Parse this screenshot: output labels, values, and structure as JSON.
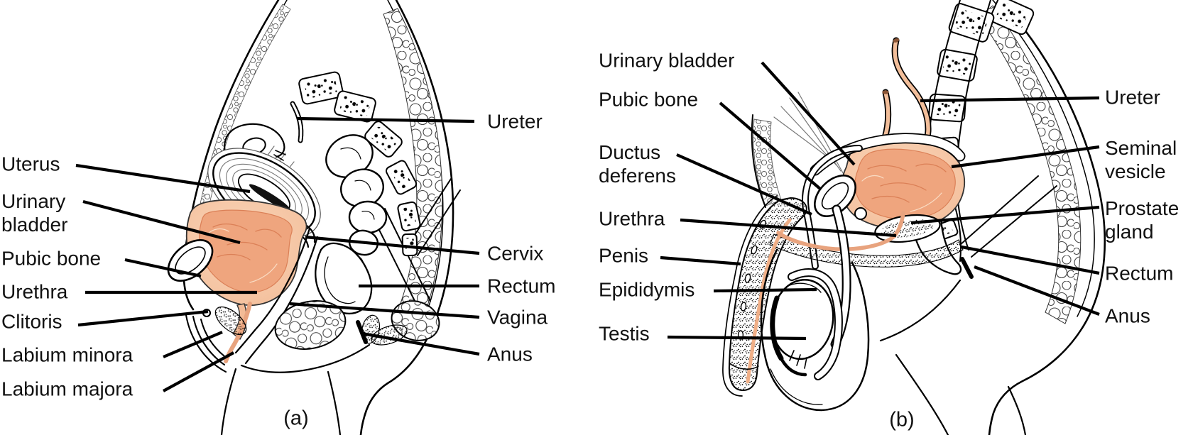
{
  "figure": {
    "colors": {
      "organ_peach_light": "#F5C4A4",
      "organ_peach_mid": "#EFA57E",
      "organ_peach_deep": "#E6946C",
      "ureter_tube_peach": "#F2BE9A",
      "ink": "#000000",
      "background": "#FFFFFF"
    },
    "panel_a": {
      "caption": "(a)",
      "labels_left": [
        {
          "text": "Uterus"
        },
        {
          "text": "Urinary\nbladder"
        },
        {
          "text": "Pubic bone"
        },
        {
          "text": "Urethra"
        },
        {
          "text": "Clitoris"
        },
        {
          "text": "Labium minora"
        },
        {
          "text": "Labium majora"
        }
      ],
      "labels_right": [
        {
          "text": "Ureter"
        },
        {
          "text": "Cervix"
        },
        {
          "text": "Rectum"
        },
        {
          "text": "Vagina"
        },
        {
          "text": "Anus"
        }
      ]
    },
    "panel_b": {
      "caption": "(b)",
      "labels_left": [
        {
          "text": "Urinary bladder"
        },
        {
          "text": "Pubic bone"
        },
        {
          "text": "Ductus\ndeferens"
        },
        {
          "text": "Urethra"
        },
        {
          "text": "Penis"
        },
        {
          "text": "Epididymis"
        },
        {
          "text": "Testis"
        }
      ],
      "labels_right": [
        {
          "text": "Ureter"
        },
        {
          "text": "Seminal\nvesicle"
        },
        {
          "text": "Prostate\ngland"
        },
        {
          "text": "Rectum"
        },
        {
          "text": "Anus"
        }
      ]
    }
  }
}
